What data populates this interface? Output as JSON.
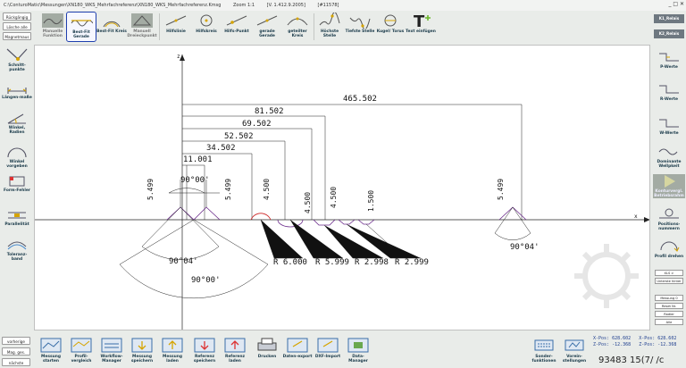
{
  "window": {
    "path": "C:\\ConturoMatic\\Messungen\\XN180_WKS_Mehrfachreferenz\\XN180_WKS_Mehrfachreferenz.Kmsg",
    "zoom": "Zoom 1:1",
    "version": "[V. 1.412.9.2005]",
    "id": "[#11578]",
    "controls": "_ □ ✕"
  },
  "left_small": [
    "Rückgängig",
    "Lösche alle",
    "Magnetmaus"
  ],
  "left_tools": [
    "Schnitt-punkte",
    "Längen-maße",
    "Winkel, Radien",
    "Winkel vorgeben",
    "Form-Fehler",
    "Parallelität",
    "Toleranz-band"
  ],
  "top_tools": [
    {
      "label": "Manuelle Funktion",
      "state": "disabled"
    },
    {
      "label": "Best-Fit Gerade",
      "state": "selected"
    },
    {
      "label": "Best-Fit Kreis",
      "state": "normal"
    },
    {
      "label": "Manuell Dreieckpunkt",
      "state": "disabled"
    },
    {
      "label": "Hilfslinie",
      "state": "normal"
    },
    {
      "label": "Hilfskreis",
      "state": "normal"
    },
    {
      "label": "Hilfs-Punkt",
      "state": "normal"
    },
    {
      "label": "gerade Gerade",
      "state": "normal"
    },
    {
      "label": "geteilter Kreis",
      "state": "normal"
    },
    {
      "label": "Höchste Stelle",
      "state": "normal"
    },
    {
      "label": "Tiefste Stelle",
      "state": "normal"
    },
    {
      "label": "Kugel/ Torus",
      "state": "normal"
    },
    {
      "label": "Text einfügen",
      "state": "normal"
    }
  ],
  "relais": [
    "K1_Relais",
    "K2_Relais"
  ],
  "right_tools": [
    "P-Werte",
    "R-Werte",
    "W-Werte",
    "Dominante Wellpkeit",
    "Konturvergl. Betriebsrahm",
    "Positions-nummern",
    "Profil drehen"
  ],
  "right_small": [
    "XLS >",
    "Unterste hinter",
    "Messung 0",
    "Reset Nr.",
    "Radier",
    "Alle"
  ],
  "bottom_small": [
    "vorherige",
    "Mag. ges.",
    "nächste"
  ],
  "bottom_tools": [
    "Messung starten",
    "Profil-vergleich",
    "Workflow-Manager",
    "Messung speichern",
    "Messung laden",
    "Referenz speichern",
    "Referenz laden",
    "Drucken",
    "Daten-export",
    "DXF-Import",
    "Data-Manager",
    "Sonder-funktionen",
    "Vorein-stellungen"
  ],
  "position": {
    "x_label": "X-Pos:",
    "x1": "628.602",
    "x2": "X-Pos:",
    "x3": "628.602",
    "z_label": "Z-Pos:",
    "z1": "-12.368",
    "z2": "Z-Pos:",
    "z3": "-12.368"
  },
  "watermark": "93483 15(7/ /c",
  "drawing": {
    "axis_x": "x",
    "axis_z": "z",
    "dims": [
      "465.502",
      "81.502",
      "69.502",
      "52.502",
      "34.502",
      "11.001"
    ],
    "vert_dims": [
      "5.499",
      "5.499",
      "4.500",
      "4.500",
      "4.500",
      "1.500",
      "5.499"
    ],
    "angles": [
      "90°00'",
      "90°04'",
      "90°00'",
      "90°04'"
    ],
    "radii": [
      "R 6.000",
      "R 5.999",
      "R 2.998",
      "R 2.999"
    ]
  }
}
